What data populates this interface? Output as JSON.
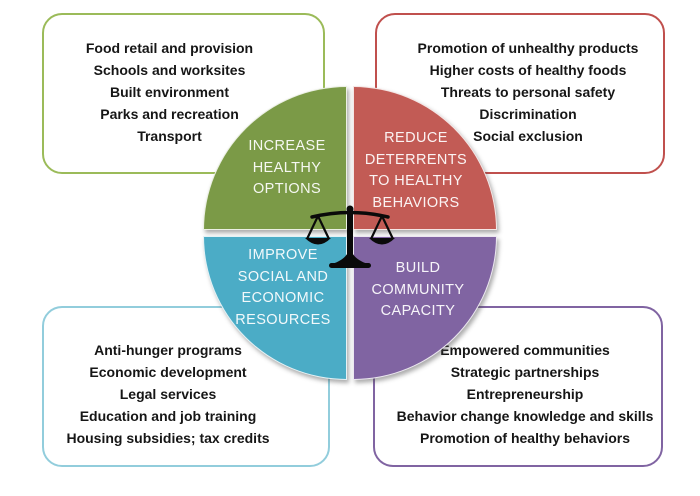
{
  "diagram": {
    "center_icon": "balance-scales",
    "quadrants": [
      {
        "id": "increase-healthy-options",
        "color": "#7B9A47",
        "label_lines": [
          "INCREASE",
          "HEALTHY",
          "OPTIONS"
        ]
      },
      {
        "id": "reduce-deterrents-to-healthy-behaviors",
        "color": "#C25B55",
        "label_lines": [
          "REDUCE",
          "DETERRENTS",
          "TO HEALTHY",
          "BEHAVIORS"
        ]
      },
      {
        "id": "improve-social-and-economic-resources",
        "color": "#4BACC6",
        "label_lines": [
          "IMPROVE",
          "SOCIAL AND",
          "ECONOMIC",
          "RESOURCES"
        ]
      },
      {
        "id": "build-community-capacity",
        "color": "#8064A2",
        "label_lines": [
          "BUILD",
          "COMMUNITY",
          "CAPACITY"
        ]
      }
    ],
    "boxes": [
      {
        "id": "increase-healthy-options-examples",
        "border_color": "#9BBB59",
        "items": [
          "Food retail and provision",
          "Schools and worksites",
          "Built environment",
          "Parks and recreation",
          "Transport"
        ]
      },
      {
        "id": "reduce-deterrents-examples",
        "border_color": "#C0504D",
        "items": [
          "Promotion of unhealthy products",
          "Higher costs of healthy foods",
          "Threats to personal safety",
          "Discrimination",
          "Social exclusion"
        ]
      },
      {
        "id": "improve-social-economic-examples",
        "border_color": "#92CDDC",
        "items": [
          "Anti-hunger programs",
          "Economic development",
          "Legal services",
          "Education and  job training",
          "Housing subsidies; tax credits"
        ]
      },
      {
        "id": "build-community-capacity-examples",
        "border_color": "#8064A2",
        "items": [
          "Empowered communities",
          "Strategic partnerships",
          "Entrepreneurship",
          "Behavior change knowledge and skills",
          "Promotion of healthy behaviors"
        ]
      }
    ]
  }
}
